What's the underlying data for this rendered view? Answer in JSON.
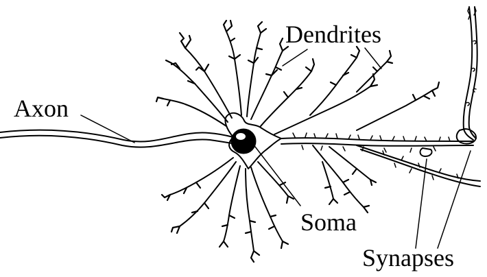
{
  "labels": {
    "dendrites": "Dendrites",
    "axon": "Axon",
    "soma": "Soma",
    "synapses": "Synapses"
  },
  "colors": {
    "ink": "#000000",
    "background": "#ffffff"
  }
}
